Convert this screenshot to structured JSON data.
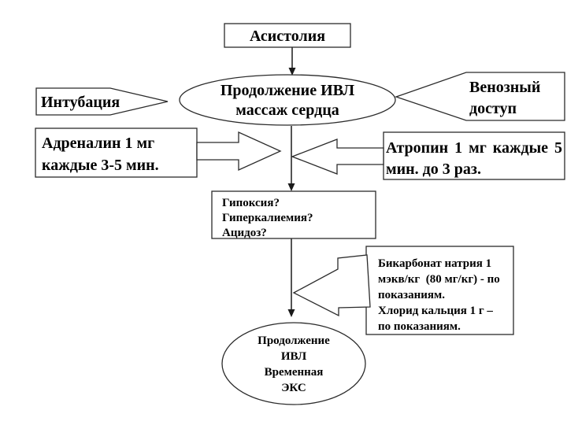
{
  "nodes": {
    "asystole": {
      "label": "Асистолия"
    },
    "cpr": {
      "lines": [
        "Продолжение ИВЛ",
        "массаж сердца"
      ]
    },
    "intubation": {
      "label": "Интубация"
    },
    "venous_access": {
      "lines": [
        "Венозный",
        "доступ"
      ]
    },
    "adrenaline": {
      "lines": [
        "Адреналин 1 мг",
        "каждые 3-5 мин."
      ]
    },
    "atropine": {
      "lines": [
        "Атропин 1 мг каждые 5",
        "мин. до 3 раз."
      ]
    },
    "causes": {
      "lines": [
        "Гипоксия?",
        "Гиперкалиемия?",
        "Ацидоз?"
      ]
    },
    "bicarbonate": {
      "lines": [
        "Бикарбонат натрия 1",
        "мэкв/кг  (80 мг/кг) - по",
        "показаниям.",
        "Хлорид кальция 1 г –",
        "по показаниям."
      ]
    },
    "outcome": {
      "lines": [
        "Продолжение",
        "ИВЛ",
        "Временная",
        "ЭКС"
      ]
    }
  },
  "colors": {
    "background": "#ffffff",
    "shape_fill": "#ffffff",
    "stroke": "#2b2b2b",
    "text": "#000000"
  }
}
